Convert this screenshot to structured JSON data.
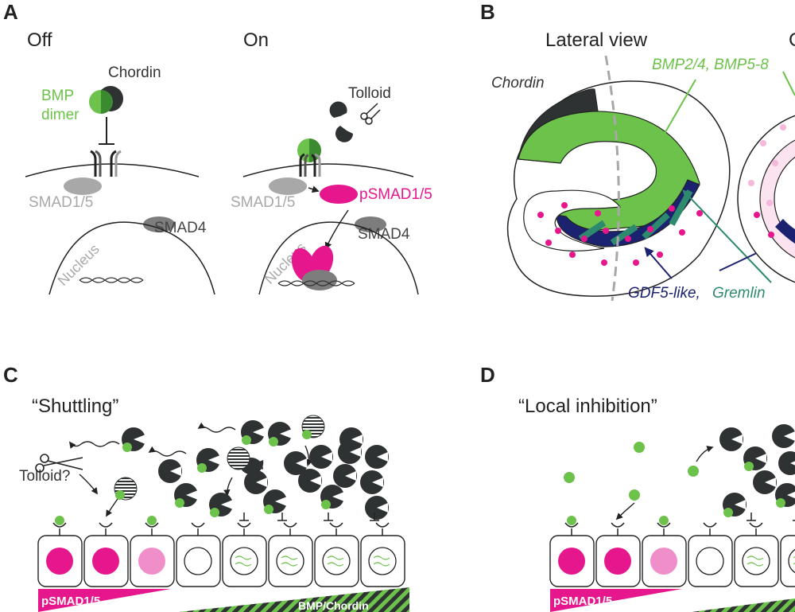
{
  "colors": {
    "green": "#6cc24a",
    "dark": "#2f3233",
    "magenta": "#e6168c",
    "pink": "#ef8ec8",
    "navy": "#1b2270",
    "teal": "#2e8a6e",
    "gray": "#a8a8a8",
    "midgray": "#7d7d7d"
  },
  "panelA": {
    "letter": "A",
    "off": {
      "title": "Off",
      "chordin": "Chordin",
      "bmp1": "BMP",
      "bmp2": "dimer",
      "smad15": "SMAD1/5",
      "smad4": "SMAD4",
      "nucleus": "Nucleus"
    },
    "on": {
      "title": "On",
      "tolloid": "Tolloid",
      "smad15": "SMAD1/5",
      "psmad": "pSMAD1/5",
      "smad4": "SMAD4",
      "nucleus": "Nucleus"
    }
  },
  "panelB": {
    "letter": "B",
    "title": "Lateral view",
    "chordin": "Chordin",
    "bmp": "BMP2/4, BMP5-8",
    "gdf": "GDF5-like,",
    "gremlin": "Gremlin"
  },
  "panelC": {
    "letter": "C",
    "title": "“Shuttling”",
    "tolloid": "Tolloid?",
    "psmad": "pSMAD1/5",
    "bmpchordin": "BMP/Chordin",
    "cells": [
      "magenta",
      "magenta",
      "pink",
      "empty",
      "squiggle",
      "squiggle",
      "squiggle",
      "squiggle"
    ]
  },
  "panelD": {
    "letter": "D",
    "title": "“Local inhibition”",
    "psmad": "pSMAD1/5",
    "cells": [
      "magenta",
      "magenta",
      "pink",
      "empty",
      "squiggle",
      "squiggle"
    ]
  }
}
